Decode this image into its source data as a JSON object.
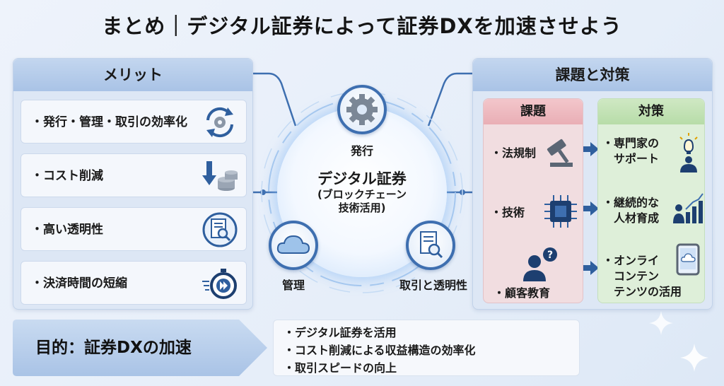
{
  "title": "まとめ｜デジタル証券によって証券DXを加速させよう",
  "colors": {
    "accent": "#3e6fb0",
    "panel_head": "#a9c3e6",
    "kadai": "#e9aeb5",
    "taisaku": "#b7dca8"
  },
  "merit": {
    "heading": "メリット",
    "items": [
      {
        "label": "・発行・管理・取引の効率化",
        "icon": "cycle-gear-icon"
      },
      {
        "label": "・コスト削減",
        "icon": "cost-down-icon"
      },
      {
        "label": "・高い透明性",
        "icon": "document-search-icon"
      },
      {
        "label": "・決済時間の短縮",
        "icon": "stopwatch-icon"
      }
    ]
  },
  "center": {
    "title": "デジタル証券",
    "subtitle_line1": "(ブロックチェーン",
    "subtitle_line2": "技術活用)",
    "nodes": {
      "issue": "発行",
      "manage": "管理",
      "trade": "取引と透明性"
    }
  },
  "issues": {
    "heading": "課題と対策",
    "kadai_heading": "課題",
    "taisaku_heading": "対策",
    "kadai": [
      {
        "label": "・法規制",
        "icon": "gavel-icon"
      },
      {
        "label": "・技術",
        "icon": "chip-icon"
      },
      {
        "label": "・顧客教育",
        "icon": "person-question-icon"
      }
    ],
    "taisaku": [
      {
        "line1": "・専門家の",
        "line2": "サポート",
        "icon": "expert-idea-icon"
      },
      {
        "line1": "・継続的な",
        "line2": "人材育成",
        "icon": "growth-chart-icon"
      },
      {
        "line1": "・オンライ",
        "line2": "コンテン",
        "line3": "テンツの活用",
        "icon": "tablet-icon"
      }
    ]
  },
  "goal": {
    "label": "目的：証券DXの加速",
    "items": [
      "・デジタル証券を活用",
      "・コスト削減による収益構造の効率化",
      "・取引スピードの向上"
    ]
  }
}
